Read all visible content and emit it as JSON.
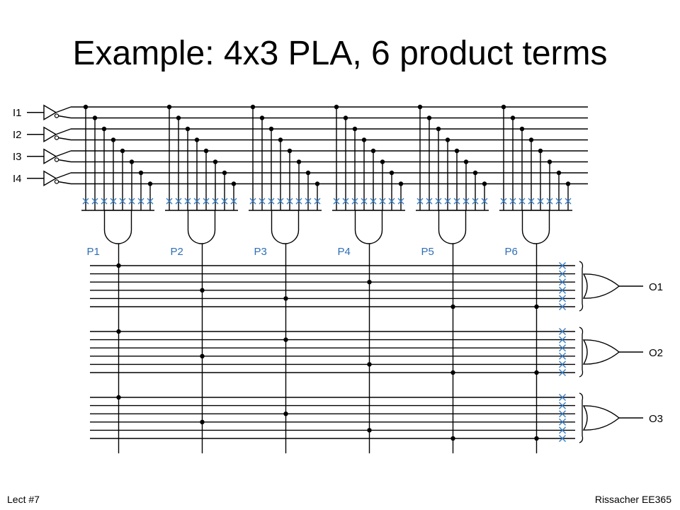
{
  "slide": {
    "title": "Example: 4x3 PLA, 6 product terms",
    "footer_left": "Lect #7",
    "footer_right": "Rissacher EE365"
  },
  "pla": {
    "inputs": [
      "I1",
      "I2",
      "I3",
      "I4"
    ],
    "product_terms": [
      "P1",
      "P2",
      "P3",
      "P4",
      "P5",
      "P6"
    ],
    "outputs": [
      "O1",
      "O2",
      "O3"
    ],
    "programmable_mark": "X",
    "and_plane_marks_per_term": [
      "XXXXXXXX",
      "XXXXXXXX",
      "XXXXXXXX",
      "XXXXXXXX",
      "XXXXXXXX",
      "XXXXXXXX"
    ],
    "or_plane_marks_per_output": [
      "XXXXXX",
      "XXXXXX",
      "XXXXXX"
    ]
  },
  "colors": {
    "wire": "#000000",
    "programmable_link": "#3a7fc4",
    "product_label": "#2f6eb5",
    "background": "#ffffff"
  }
}
